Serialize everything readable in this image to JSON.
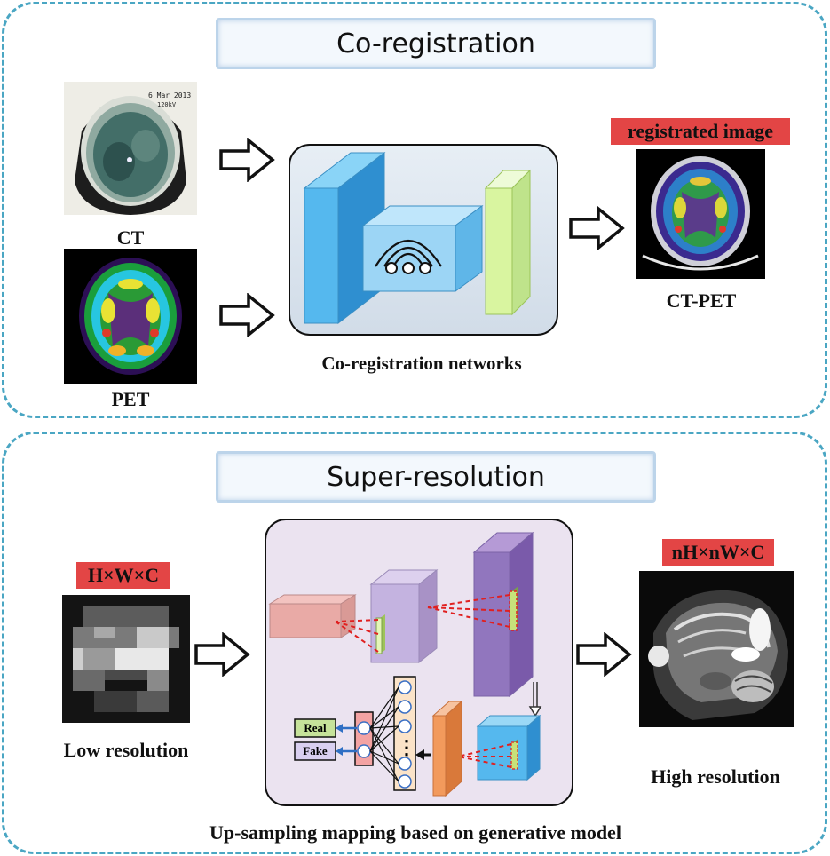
{
  "coreg": {
    "title": "Co-registration",
    "ct_label": "CT",
    "pet_label": "PET",
    "network_caption": "Co-registration networks",
    "output_tag": "registrated image",
    "output_label": "CT-PET"
  },
  "superres": {
    "title": "Super-resolution",
    "input_tag": "H×W×C",
    "input_label": "Low resolution",
    "output_tag": "nH×nW×C",
    "output_label": "High resolution",
    "network_caption": "Up-sampling mapping based on  generative model",
    "real_label": "Real",
    "fake_label": "Fake",
    "dots": "⋮"
  },
  "colors": {
    "panel_border": "#4aa6c3",
    "tag_red": "#e34545",
    "encoder_blue": "#55b8ee",
    "decoder_green": "#d9f5a0"
  }
}
